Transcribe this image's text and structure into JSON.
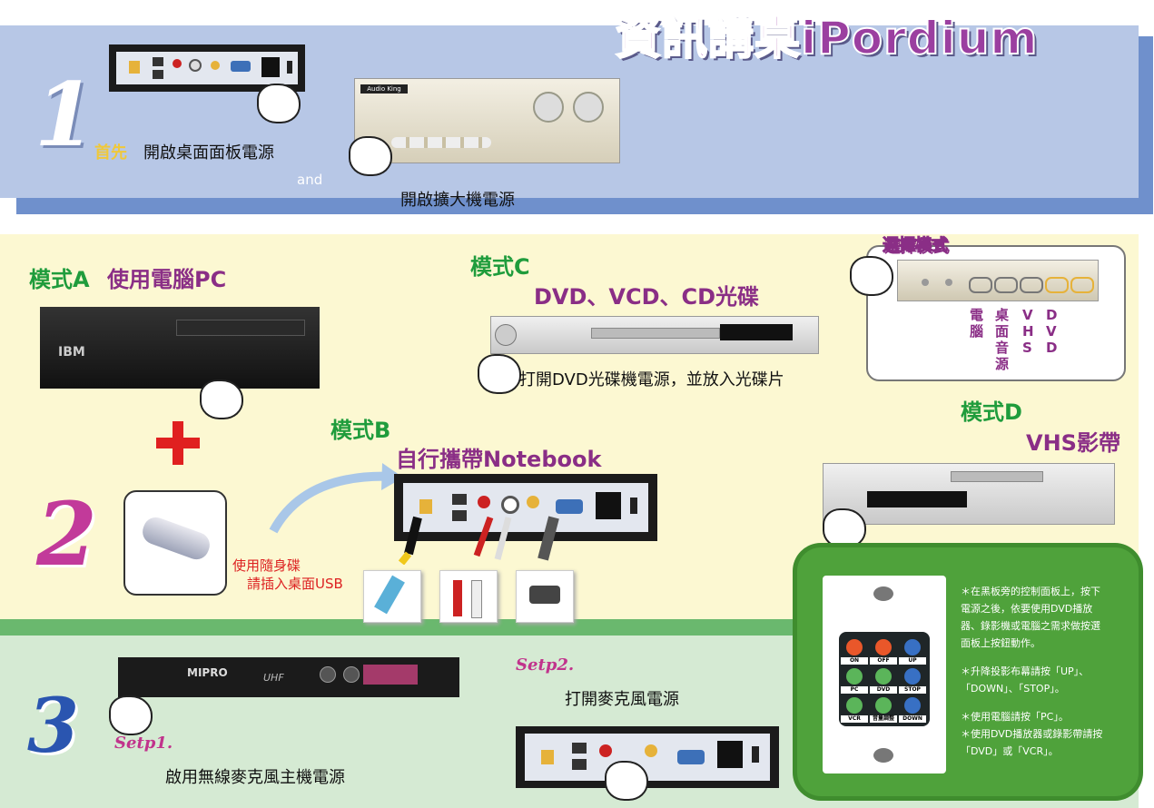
{
  "title": "資訊講桌iPordium",
  "step1": {
    "number": "1",
    "first_label": "首先",
    "desk_power_text": "開啟桌面面板電源",
    "and_text": "and",
    "amp_power_text": "開啟擴大機電源",
    "amp_brand": "Audio King"
  },
  "step2": {
    "number": "2",
    "modeA": {
      "label": "模式A",
      "desc": "使用電腦PC",
      "brand": "IBM"
    },
    "modeB": {
      "label": "模式B",
      "desc": "自行攜帶Notebook"
    },
    "modeC": {
      "label": "模式C",
      "desc": "DVD、VCD、CD光碟",
      "instruction": "打開DVD光碟機電源，並放入光碟片"
    },
    "modeD": {
      "label": "模式D",
      "desc": "VHS影帶"
    },
    "select_mode": {
      "title": "選擇模式",
      "columns": [
        [
          "電",
          "腦"
        ],
        [
          "桌",
          "面",
          "音",
          "源"
        ],
        [
          "V",
          "H",
          "S"
        ],
        [
          "D",
          "V",
          "D"
        ]
      ]
    },
    "usb_text_line1": "使用隨身碟",
    "usb_text_line2": "請插入桌面USB"
  },
  "step3": {
    "number": "3",
    "setp1_label": "Setp1.",
    "setp1_text": "啟用無線麥克風主機電源",
    "setp2_label": "Setp2.",
    "setp2_text": "打開麥克風電源",
    "receiver_brand": "MIPRO",
    "receiver_model": "UHF"
  },
  "control_panel": {
    "buttons": [
      {
        "label": "ON",
        "color": "#e9572a"
      },
      {
        "label": "OFF",
        "color": "#e9572a"
      },
      {
        "label": "UP",
        "color": "#3870c4"
      },
      {
        "label": "PC",
        "color": "#5bb55a"
      },
      {
        "label": "DVD",
        "color": "#5bb55a"
      },
      {
        "label": "STOP",
        "color": "#3870c4"
      },
      {
        "label": "VCR",
        "color": "#5bb55a"
      },
      {
        "label": "音量調整",
        "color": "#5bb55a"
      },
      {
        "label": "DOWN",
        "color": "#3870c4"
      }
    ],
    "note1": "＊在黑板旁的控制面板上，按下電源之後，依要使用DVD播放器、錄影機或電腦之需求做按選面板上按鈕動作。",
    "note2": "＊升降投影布幕請按「UP」、「DOWN」、「STOP」。",
    "note3": "＊使用電腦請按「PC」。",
    "note4": "＊使用DVD播放器或錄影帶請按「DVD」或「VCR」。"
  }
}
